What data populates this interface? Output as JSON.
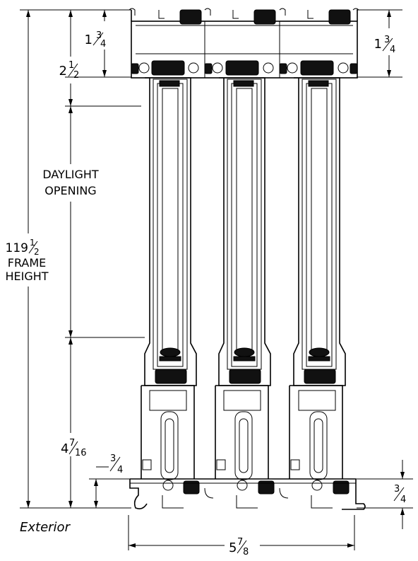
{
  "labels": {
    "top_left_small": {
      "whole": "1",
      "num": "3",
      "den": "4"
    },
    "top_left_large": {
      "whole": "2",
      "num": "1",
      "den": "2"
    },
    "top_right": {
      "whole": "1",
      "num": "3",
      "den": "4"
    },
    "daylight_line1": "DAYLIGHT",
    "daylight_line2": "OPENING",
    "frame_height_value": {
      "whole": "119",
      "num": "1",
      "den": "2"
    },
    "frame_height_line2": "FRAME",
    "frame_height_line3": "HEIGHT",
    "bottom_large": {
      "whole": "4",
      "num": "7",
      "den": "16"
    },
    "bottom_left_small": {
      "num": "3",
      "den": "4"
    },
    "bottom_right_small": {
      "num": "3",
      "den": "4"
    },
    "exterior": "Exterior",
    "width": {
      "whole": "5",
      "num": "7",
      "den": "8"
    }
  },
  "colors": {
    "line": "#000000",
    "background": "#ffffff",
    "gasket": "#111111"
  }
}
